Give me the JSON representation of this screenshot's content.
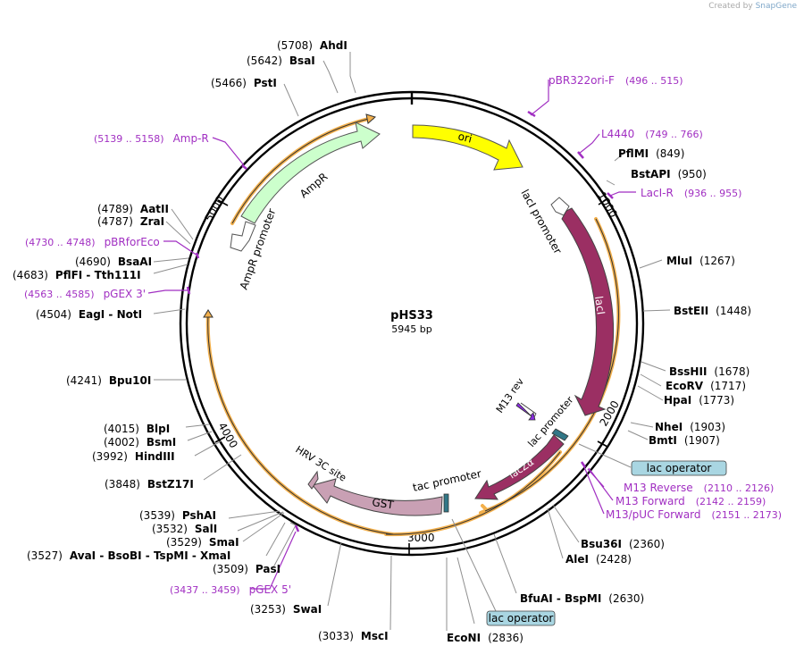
{
  "credit": {
    "prefix": "Created by",
    "brand": "SnapGene"
  },
  "map": {
    "name": "pHS33",
    "length_label": "5945 bp",
    "ticks": [
      "1000",
      "2000",
      "3000",
      "4000",
      "5000"
    ]
  },
  "features": {
    "ori": "ori",
    "lacI_promoter": "lacI promoter",
    "lacI": "lacI",
    "M13_rev": "M13 rev",
    "lac_promoter": "lac promoter",
    "lacZa": "lacZα",
    "tac_promoter": "tac promoter",
    "GST": "GST",
    "HRV": "HRV 3C site",
    "AmpR": "AmpR",
    "AmpR_promoter": "AmpR promoter"
  },
  "sites": [
    {
      "pos": "(5708)",
      "name": "AhdI"
    },
    {
      "pos": "(5642)",
      "name": "BsaI"
    },
    {
      "pos": "(5466)",
      "name": "PstI"
    },
    {
      "pos": "(849)",
      "name": "PflMI"
    },
    {
      "pos": "(950)",
      "name": "BstAPI"
    },
    {
      "pos": "(1267)",
      "name": "MluI"
    },
    {
      "pos": "(1448)",
      "name": "BstEII"
    },
    {
      "pos": "(1678)",
      "name": "BssHII"
    },
    {
      "pos": "(1717)",
      "name": "EcoRV"
    },
    {
      "pos": "(1773)",
      "name": "HpaI"
    },
    {
      "pos": "(1903)",
      "name": "NheI"
    },
    {
      "pos": "(1907)",
      "name": "BmtI"
    },
    {
      "pos": "(2360)",
      "name": "Bsu36I"
    },
    {
      "pos": "(2428)",
      "name": "AleI"
    },
    {
      "pos": "(2630)",
      "name": "BfuAI  -  BspMI"
    },
    {
      "pos": "(2836)",
      "name": "EcoNI"
    },
    {
      "pos": "(3033)",
      "name": "MscI"
    },
    {
      "pos": "(3253)",
      "name": "SwaI"
    },
    {
      "pos": "(3509)",
      "name": "PasI"
    },
    {
      "pos": "(3527)",
      "name": "AvaI  -  BsoBI  -  TspMI  -  XmaI"
    },
    {
      "pos": "(3529)",
      "name": "SmaI"
    },
    {
      "pos": "(3532)",
      "name": "SalI"
    },
    {
      "pos": "(3539)",
      "name": "PshAI"
    },
    {
      "pos": "(3848)",
      "name": "BstZ17I"
    },
    {
      "pos": "(3992)",
      "name": "HindIII"
    },
    {
      "pos": "(4002)",
      "name": "BsmI"
    },
    {
      "pos": "(4015)",
      "name": "BlpI"
    },
    {
      "pos": "(4241)",
      "name": "Bpu10I"
    },
    {
      "pos": "(4504)",
      "name": "EagI  -  NotI"
    },
    {
      "pos": "(4683)",
      "name": "PflFI  -  Tth111I"
    },
    {
      "pos": "(4690)",
      "name": "BsaAI"
    },
    {
      "pos": "(4787)",
      "name": "ZraI"
    },
    {
      "pos": "(4789)",
      "name": "AatII"
    }
  ],
  "primers": [
    {
      "name": "pBR322ori-F",
      "range": "(496 .. 515)"
    },
    {
      "name": "L4440",
      "range": "(749 .. 766)"
    },
    {
      "name": "LacI-R",
      "range": "(936 .. 955)"
    },
    {
      "name": "M13 Reverse",
      "range": "(2110 .. 2126)"
    },
    {
      "name": "M13 Forward",
      "range": "(2142 .. 2159)"
    },
    {
      "name": "M13/pUC Forward",
      "range": "(2151 .. 2173)"
    },
    {
      "name": "pGEX 5'",
      "range": "(3437 .. 3459)"
    },
    {
      "name": "Amp-R",
      "range": "(5139 .. 5158)"
    },
    {
      "name": "pBRforEco",
      "range": "(4730 .. 4748)"
    },
    {
      "name": "pGEX 3'",
      "range": "(4563 .. 4585)"
    }
  ],
  "operators": [
    "lac operator",
    "lac operator"
  ],
  "colors": {
    "ori": "#ffff00",
    "lacI": "#9b2f63",
    "lacZa": "#9b2f63",
    "GST": "#c9a0b4",
    "AmpR": "#ccffcc",
    "orf_line": "#f3b04c",
    "primer": "#a12fc2",
    "operator_box": "#a9d6e2",
    "promoter": "#ffffff"
  }
}
